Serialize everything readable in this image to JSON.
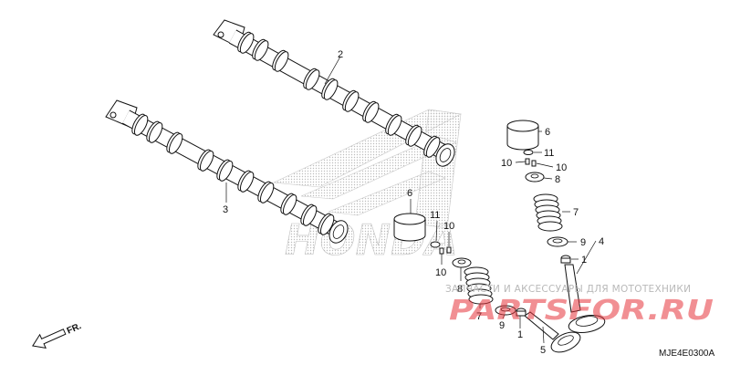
{
  "diagram": {
    "parts": {
      "camshaft_upper": "2",
      "camshaft_lower": "3",
      "valve_right": "4",
      "valve_left": "5",
      "lifter_right": "6",
      "lifter_left": "6",
      "spring_right": "7",
      "spring_left": "7",
      "retainer_right": "8",
      "retainer_left": "8",
      "spring_seat_right": "9",
      "spring_seat_left": "9",
      "cotter_right_a": "10",
      "cotter_right_b": "10",
      "cotter_left_a": "10",
      "cotter_left_b": "10",
      "shim_right": "11",
      "shim_left": "11",
      "seal_right": "1",
      "seal_left": "1"
    },
    "direction_label": "FR.",
    "diagram_code": "MJE4E0300A",
    "background_logo": "HONDA"
  },
  "watermark": {
    "tagline": "ЗАПЧАСТИ И АКСЕССУАРЫ ДЛЯ МОТОТЕХНИКИ",
    "brand": "PARTSFOR.RU",
    "color": "#e6333a"
  }
}
